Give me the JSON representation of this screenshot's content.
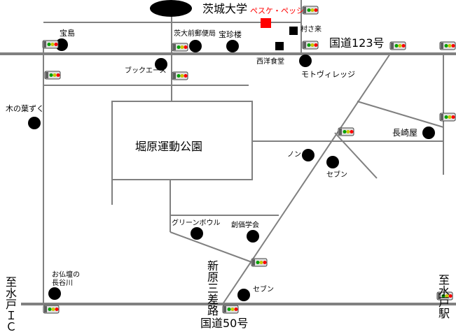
{
  "map": {
    "roads": {
      "route123": "国道123号",
      "route50": "国道50号",
      "shinhara_sanyo": "新原三差路",
      "to_mito_ic": "至水戸ＩＣ",
      "to_mito_station": "至水戸駅"
    },
    "park": "堀原運動公園",
    "landmarks": {
      "ibaraki_univ": "茨城大学",
      "pesuke_pesshi": "ペスケ・ペッシ",
      "muraki": "村さ来",
      "seiyo_shokudo": "西洋食堂",
      "motovillage": "モトヴィレッジ",
      "takarajima": "宝島",
      "post_office": "茨大前郵便局",
      "houchinrou": "宝珍楼",
      "bookace": "ブックエース",
      "konohazuku": "木の葉ずく",
      "nagasakiya": "長崎屋",
      "non": "ノン",
      "seven_1": "セブン",
      "green_bowl": "グリーンボウル",
      "sokagakkai": "創価学会",
      "hasegawa": "お仏壇の長谷川",
      "seven_2": "セブン"
    },
    "colors": {
      "road": "#808080",
      "marker": "#000000",
      "highlight": "#ff0000",
      "signal_green": "#00a000",
      "signal_red": "#ff0000"
    }
  }
}
